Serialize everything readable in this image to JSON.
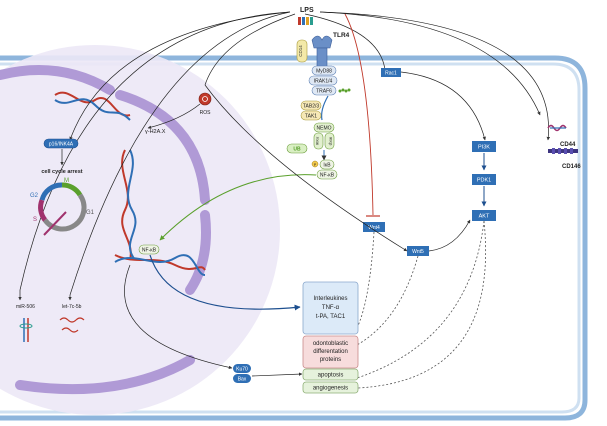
{
  "ligand": {
    "label": "LPS"
  },
  "receptor": {
    "label": "TLR4",
    "coreceptor": "CD14"
  },
  "ros": {
    "label": "ROS"
  },
  "adaptors": {
    "myd88": "MyD88",
    "irak": "IRAK1/4",
    "traf6": "TRAF6",
    "tab23": "TAB2/3",
    "tak1": "TAK1",
    "nemo": "NEMO",
    "ikka": "IKKα",
    "ikkb": "IKKβ",
    "p": "P",
    "ub": "UB",
    "ikb": "IκB",
    "nfkb": "NF-κB"
  },
  "nucleus": {
    "p16": "p16/INK4A",
    "cell_cycle_arrest": "cell cycle arrest",
    "phases": {
      "m": "M",
      "g2": "G2",
      "s": "S",
      "g1": "G1"
    },
    "gamma_h2ax": "γ-H2A.X",
    "nfkb": "NF-κB",
    "mir": "miR-506",
    "let7": "let-7c-5b"
  },
  "pathway": {
    "rac1": "Rac1",
    "pi3k": "PI3K",
    "pdk1": "PDK1",
    "akt": "AKT",
    "wnt4": "Wnt4",
    "wnt5": "Wnt5"
  },
  "membrane_proteins": {
    "cd44": "CD44",
    "cd146": "CD146"
  },
  "ku70": "Ku70",
  "bax": "Bax",
  "outputs": {
    "cytokines": [
      "Interleukines",
      "TNF-α",
      "t-PA, TAC1"
    ],
    "odonto": [
      "odontoblastic",
      "differentation",
      "proteins"
    ],
    "apoptosis": "apoptosis",
    "angiogenesis": "angiogenesis"
  },
  "colors": {
    "membrane": "#8eb5dc",
    "nucleus_fill": "#ece8f6",
    "er": "#b09ad6",
    "box_blue": "#2f6fb5",
    "cytokine_fill": "#dceaf8",
    "odonto_fill": "#f7dcdc",
    "green_fill": "#e6f2dc",
    "inhibit_red": "#c0392b",
    "green_arrow": "#5aa02c",
    "dark_blue_arrow": "#1d4f8f"
  }
}
